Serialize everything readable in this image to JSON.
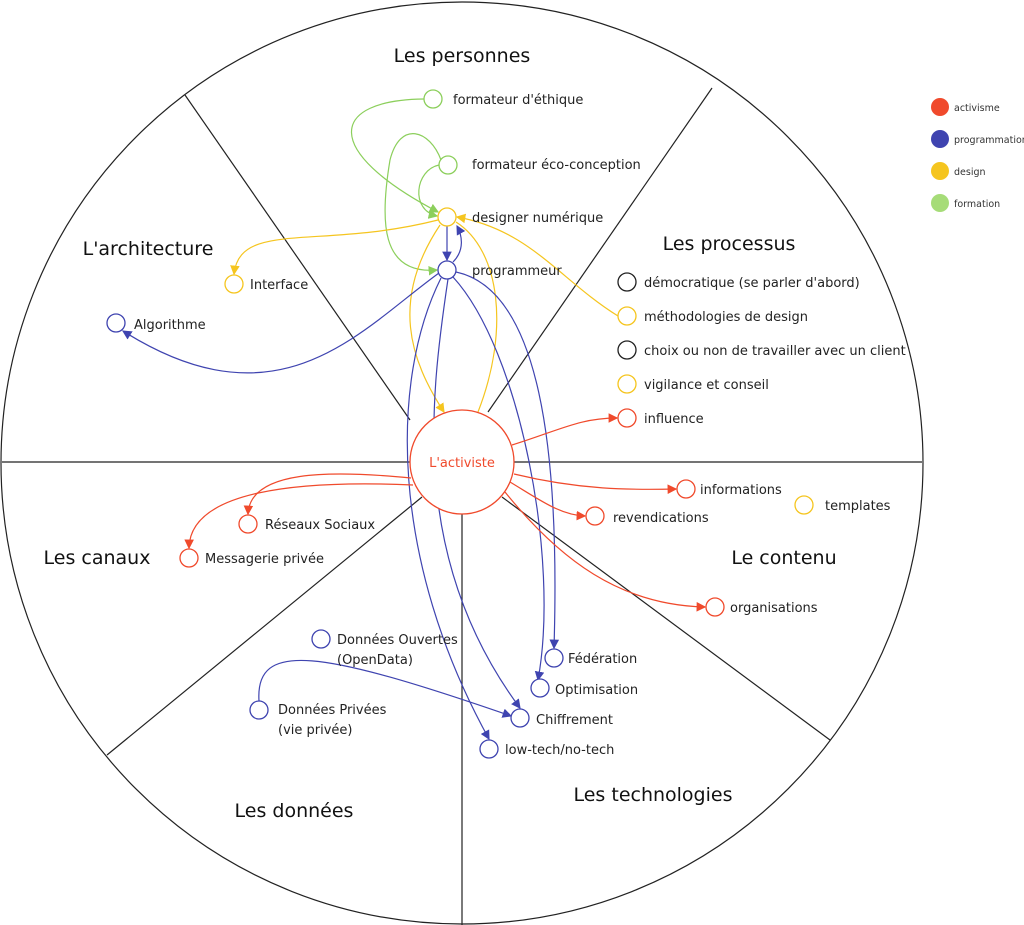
{
  "colors": {
    "activisme": "#f04a2c",
    "programmation": "#3f44b0",
    "design": "#f5c51f",
    "formation": "#8ccf5c",
    "neutral": "#222222"
  },
  "legend": [
    {
      "label": "activisme",
      "color": "#f04a2c"
    },
    {
      "label": "programmation",
      "color": "#3f44b0"
    },
    {
      "label": "design",
      "color": "#f5c51f"
    },
    {
      "label": "formation",
      "color": "#a6dc78"
    }
  ],
  "sections": {
    "personnes": "Les personnes",
    "architecture": "L'architecture",
    "processus": "Les processus",
    "canaux": "Les canaux",
    "contenu": "Le contenu",
    "donnees": "Les données",
    "technologies": "Les technologies"
  },
  "center": "L'activiste",
  "nodes": {
    "ethique": "formateur d'éthique",
    "eco": "formateur éco-conception",
    "designer": "designer numérique",
    "programmeur": "programmeur",
    "interface": "Interface",
    "algorithme": "Algorithme",
    "democratique": "démocratique (se parler d'abord)",
    "methodologies": "méthodologies de design",
    "choix": "choix ou non de travailler avec un client",
    "vigilance": "vigilance et conseil",
    "influence": "influence",
    "informations": "informations",
    "templates": "templates",
    "revendications": "revendications",
    "organisations": "organisations",
    "reseaux": "Réseaux Sociaux",
    "messagerie": "Messagerie privée",
    "ouvertes1": "Données Ouvertes",
    "ouvertes2": "(OpenData)",
    "privees1": "Données Privées",
    "privees2": "(vie privée)",
    "federation": "Fédération",
    "optimisation": "Optimisation",
    "chiffrement": "Chiffrement",
    "lowtech": "low-tech/no-tech"
  }
}
